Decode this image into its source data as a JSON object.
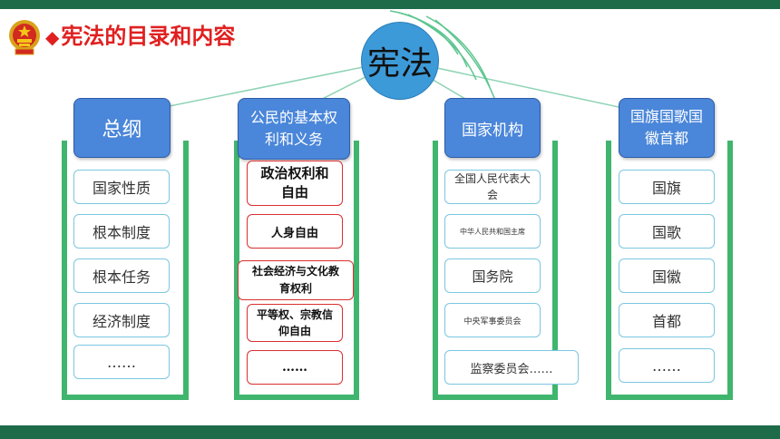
{
  "title": "宪法的目录和内容",
  "title_marker": "◆",
  "center": "宪法",
  "colors": {
    "accent_bar": "#1e6b4a",
    "frame_green": "#3fb56e",
    "header_blue": "#4a86d9",
    "center_blue": "#3d9ad8",
    "title_red": "#e02020"
  },
  "columns": [
    {
      "header": "总纲",
      "items": [
        "国家性质",
        "根本制度",
        "根本任务",
        "经济制度",
        "……"
      ]
    },
    {
      "header": "公民的基本权利和义务",
      "items": [
        "政治权利和自由",
        "人身自由",
        "社会经济与文化教育权利",
        "平等权、宗教信仰自由",
        "……"
      ]
    },
    {
      "header": "国家机构",
      "items": [
        "全国人民代表大会",
        "中华人民共和国主席",
        "国务院",
        "中央军事委员会",
        "监察委员会……"
      ]
    },
    {
      "header": "国旗国歌国徽首都",
      "items": [
        "国旗",
        "国歌",
        "国徽",
        "首都",
        "……"
      ]
    }
  ]
}
